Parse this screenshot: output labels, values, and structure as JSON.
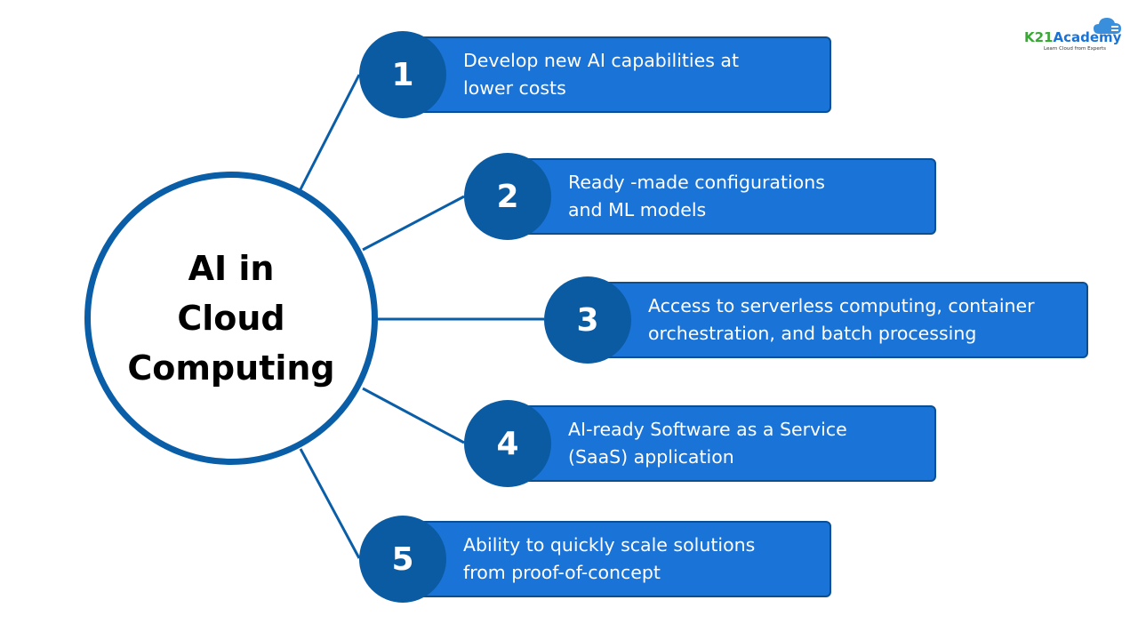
{
  "hub": {
    "lines": [
      "AI in",
      "Cloud",
      "Computing"
    ]
  },
  "items": [
    {
      "number": "1",
      "lines": [
        "Develop new AI capabilities at",
        "lower costs"
      ]
    },
    {
      "number": "2",
      "lines": [
        "Ready -made configurations",
        "and ML models"
      ]
    },
    {
      "number": "3",
      "lines": [
        "Access to serverless computing, container",
        "orchestration, and batch processing"
      ]
    },
    {
      "number": "4",
      "lines": [
        "AI-ready Software as a Service",
        "(SaaS) application"
      ]
    },
    {
      "number": "5",
      "lines": [
        "Ability to quickly scale solutions",
        "from proof-of-concept"
      ]
    }
  ],
  "logo": {
    "brand_part1": "K21",
    "brand_part2": "Academy",
    "tagline": "Learn Cloud from Experts",
    "icon": "cloud-icon"
  },
  "colors": {
    "accent": "#1a73d6",
    "dark": "#0b5ba3",
    "connector": "#0a5ea8",
    "logo_green": "#3aa836"
  }
}
